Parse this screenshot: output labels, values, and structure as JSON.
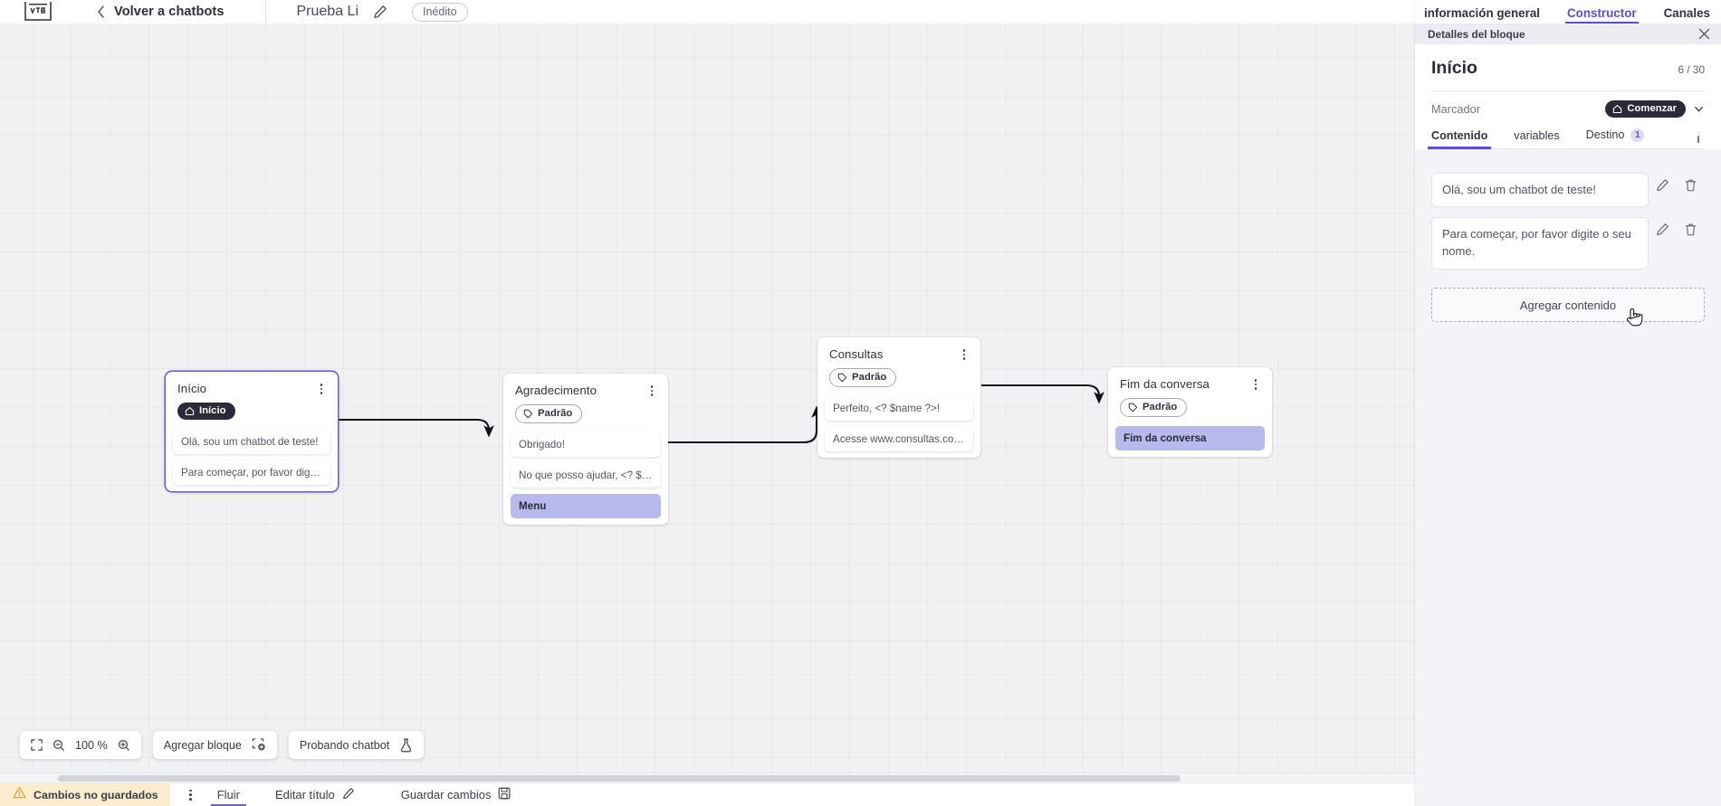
{
  "header": {
    "logo_icon": "vta-logo-icon",
    "back_icon": "chevron-left-icon",
    "back_label": "Volver a chatbots",
    "doc_title": "Prueba Li",
    "edit_icon": "pencil-icon",
    "status_badge": "Inédito"
  },
  "canvas": {
    "zoom_level": "100 %",
    "fit_icon": "fit-screen-icon",
    "zoom_out_icon": "zoom-out-icon",
    "zoom_in_icon": "zoom-in-icon",
    "add_block_label": "Agregar bloque",
    "add_block_icon": "add-block-icon",
    "test_chatbot_label": "Probando chatbot",
    "test_chatbot_icon": "flask-icon",
    "nodes": [
      {
        "title": "Início",
        "badge": "Início",
        "badge_style": "dark",
        "badge_icon": "home-icon",
        "selected": true,
        "messages": [
          {
            "text": "Olá, sou um chatbot de teste!",
            "accent": false
          },
          {
            "text": "Para começar, por favor digite o ...",
            "accent": false
          }
        ]
      },
      {
        "title": "Agradecimento",
        "badge": "Padrão",
        "badge_style": "outline",
        "badge_icon": "tag-icon",
        "selected": false,
        "messages": [
          {
            "text": "Obrigado!",
            "accent": false
          },
          {
            "text": "No que posso ajudar, <? $name ...",
            "accent": false
          },
          {
            "text": "Menu",
            "accent": true
          }
        ]
      },
      {
        "title": "Consultas",
        "badge": "Padrão",
        "badge_style": "outline",
        "badge_icon": "tag-icon",
        "selected": false,
        "messages": [
          {
            "text": "Perfeito, <? $name ?>!",
            "accent": false
          },
          {
            "text": "Acesse www.consultas.com par...",
            "accent": false
          }
        ]
      },
      {
        "title": "Fim da conversa",
        "badge": "Padrão",
        "badge_style": "outline",
        "badge_icon": "tag-icon",
        "selected": false,
        "messages": [
          {
            "text": "Fim da conversa",
            "accent": true
          }
        ]
      }
    ]
  },
  "bottombar": {
    "unsaved_label": "Cambios no guardados",
    "warning_icon": "warning-triangle-icon",
    "kebab_icon": "kebab-menu-icon",
    "flow_label": "Fluir",
    "edit_title_label": "Editar título",
    "edit_title_icon": "pencil-icon",
    "save_label": "Guardar cambios",
    "save_icon": "floppy-disk-icon"
  },
  "right_panel": {
    "tabs": [
      {
        "label": "información general",
        "active": false
      },
      {
        "label": "Constructor",
        "active": true
      },
      {
        "label": "Canales",
        "active": false
      }
    ],
    "subheader_title": "Detalles del bloque",
    "close_icon": "close-icon",
    "block_title": "Início",
    "block_count": "6 / 30",
    "marker_label": "Marcador",
    "marker_value": "Comenzar",
    "marker_icon": "home-icon",
    "marker_chevron_icon": "chevron-down-icon",
    "inner_tabs": [
      {
        "label": "Contenido",
        "active": true,
        "badge": null
      },
      {
        "label": "variables",
        "active": false,
        "badge": null
      },
      {
        "label": "Destino",
        "active": false,
        "badge": "1"
      }
    ],
    "inner_kebab_icon": "kebab-menu-icon",
    "content_items": [
      {
        "text": "Olá, sou um chatbot de teste!",
        "edit_icon": "pencil-icon",
        "delete_icon": "trash-icon"
      },
      {
        "text": "Para começar, por favor digite o seu nome.",
        "edit_icon": "pencil-icon",
        "delete_icon": "trash-icon"
      }
    ],
    "add_content_label": "Agregar contenido"
  },
  "colors": {
    "accent": "#5b4fd6",
    "node_accent": "#b8b9ed",
    "warning_bg": "#fdeccd",
    "canvas_bg": "#f1f1f3"
  }
}
